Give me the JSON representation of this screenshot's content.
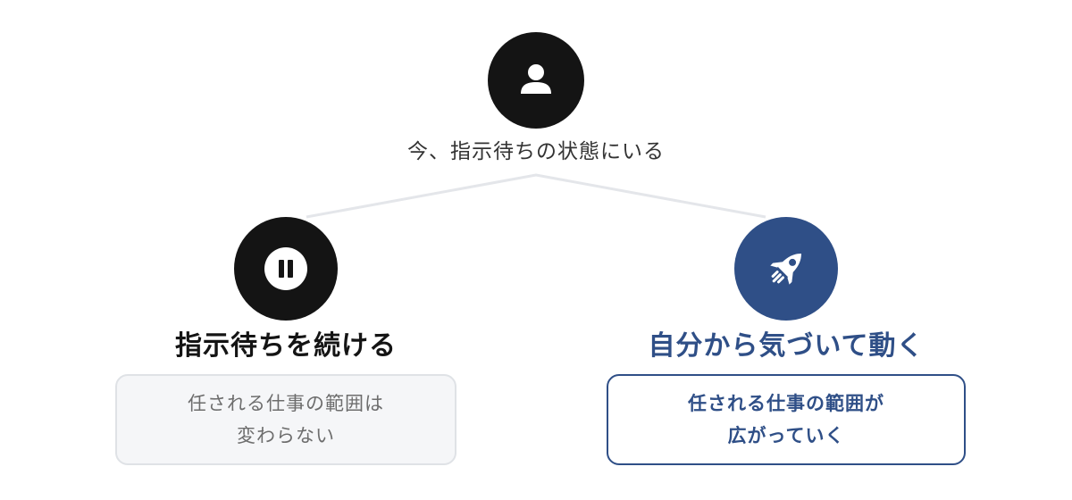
{
  "top_node": {
    "icon": "user-icon",
    "label": "今、指示待ちの状態にいる"
  },
  "left_branch": {
    "icon": "pause-icon",
    "title": "指示待ちを続ける",
    "result_line1": "任される仕事の範囲は",
    "result_line2": "変わらない"
  },
  "right_branch": {
    "icon": "rocket-icon",
    "title": "自分から気づいて動く",
    "result_line1": "任される仕事の範囲が",
    "result_line2": "広がっていく"
  },
  "colors": {
    "dark": "#141414",
    "accent": "#2f4f87",
    "line": "#e4e6ea",
    "muted_text": "#6d6d6d",
    "muted_box": "#f5f6f8"
  }
}
